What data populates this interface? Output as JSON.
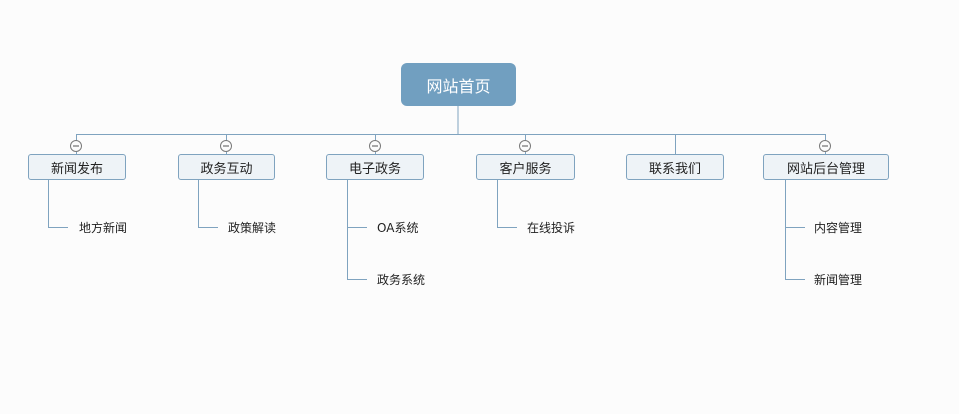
{
  "root": {
    "label": "网站首页"
  },
  "branches": [
    {
      "label": "新闻发布",
      "collapsible": true,
      "children": [
        "地方新闻"
      ]
    },
    {
      "label": "政务互动",
      "collapsible": true,
      "children": [
        "政策解读"
      ]
    },
    {
      "label": "电子政务",
      "collapsible": true,
      "children": [
        "OA系统",
        "政务系统"
      ]
    },
    {
      "label": "客户服务",
      "collapsible": true,
      "children": [
        "在线投诉"
      ]
    },
    {
      "label": "联系我们",
      "collapsible": false,
      "children": []
    },
    {
      "label": "网站后台管理",
      "collapsible": true,
      "children": [
        "内容管理",
        "新闻管理"
      ]
    }
  ],
  "colors": {
    "root_fill": "#719fc0",
    "branch_fill": "#eef3f7",
    "branch_border": "#7fa3bf",
    "connector": "#7fa3bf",
    "background": "#fcfcfc"
  },
  "icons": {
    "collapse": "collapse-minus-icon"
  }
}
